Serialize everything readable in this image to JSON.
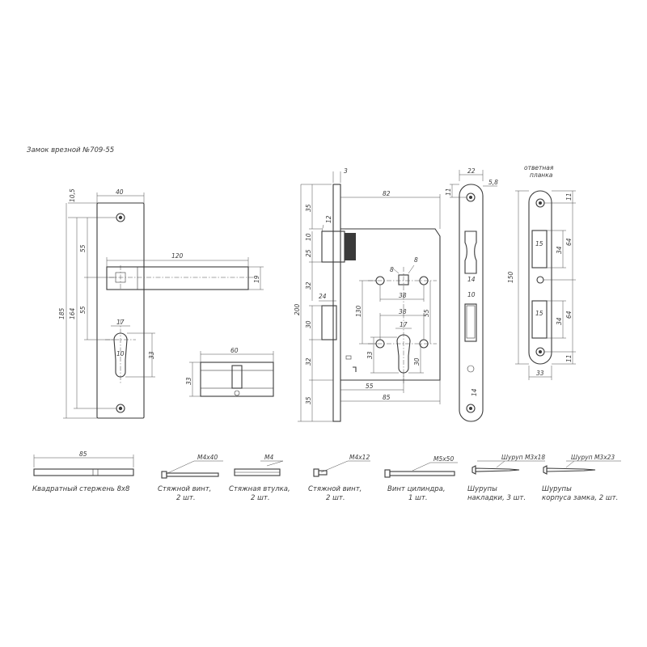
{
  "title": "Замок врезной №709-55",
  "handle": {
    "width": "40",
    "top": "10,5",
    "upper": "55",
    "mid": "55",
    "total": "185",
    "inner": "164",
    "cyl_width": "17",
    "cyl_small": "10",
    "cyl_height": "33",
    "lever_len": "120",
    "lever_h": "19"
  },
  "cylinder": {
    "length": "60",
    "height": "33"
  },
  "lock": {
    "faceplate": "3",
    "body_w": "82",
    "h35a": "35",
    "h10": "10",
    "h12": "12",
    "h25": "25",
    "h32a": "32",
    "h24": "24",
    "h200": "200",
    "h30a": "30",
    "h130": "130",
    "h32b": "32",
    "h35b": "35",
    "h8a": "8",
    "h8b": "8",
    "w38a": "38",
    "w38b": "38",
    "h55v": "55",
    "w17": "17",
    "h33": "33",
    "h30b": "30",
    "w55": "55",
    "w85": "85"
  },
  "edge": {
    "w22": "22",
    "w58": "5,8",
    "h11": "11",
    "h14a": "14",
    "h10": "10",
    "h14b": "14"
  },
  "strike": {
    "title1": "ответная",
    "title2": "планка",
    "h11a": "11",
    "w15a": "15",
    "h34a": "34",
    "h64a": "64",
    "h150": "150",
    "w15b": "15",
    "h34b": "34",
    "h64b": "64",
    "w33": "33",
    "h11b": "11"
  },
  "parts": [
    {
      "spec": "85",
      "label1": "Квадратный стержень 8х8",
      "label2": ""
    },
    {
      "spec": "M4x40",
      "label1": "Стяжной винт,",
      "label2": "2 шт."
    },
    {
      "spec": "M4",
      "label1": "Стяжная втулка,",
      "label2": "2 шт."
    },
    {
      "spec": "M4x12",
      "label1": "Стяжной винт,",
      "label2": "2 шт."
    },
    {
      "spec": "M5x50",
      "label1": "Винт цилиндра,",
      "label2": "1 шт."
    },
    {
      "spec": "Шуруп М3х18",
      "label1": "Шурупы",
      "label2": "накладки, 3 шт."
    },
    {
      "spec": "Шуруп М3х23",
      "label1": "Шурупы",
      "label2": "корпуса замка, 2 шт."
    }
  ]
}
